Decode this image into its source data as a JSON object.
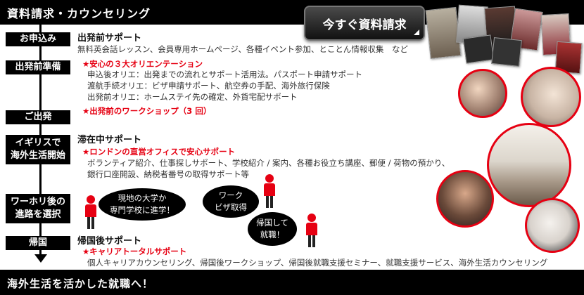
{
  "header": {
    "title": "資料請求・カウンセリング"
  },
  "cta": {
    "label": "今すぐ資料請求"
  },
  "steps": [
    {
      "label": "お申込み"
    },
    {
      "label": "出発前準備"
    },
    {
      "label": "ご出発"
    },
    {
      "label": "イギリスで 海外生活開始"
    },
    {
      "label": "ワーホリ後の 進路を選択"
    },
    {
      "label": "帰国"
    }
  ],
  "pre_departure": {
    "title": "出発前サポート",
    "text": "無料英会話レッスン、会員専用ホームページ、各種イベント参加、とことん情報収集　など",
    "orientation_heading": "★安心の３大オリエンテーション",
    "orientation_items": [
      "申込後オリエ：出発までの流れとサポート活用法。パスポート申請サポート",
      "渡航手続オリエ：ビザ申請サポート、航空券の手配、海外旅行保険",
      "出発前オリエ：ホームステイ先の確定、外貨宅配サポート"
    ],
    "workshop": "★出発前のワークショップ（3 回）"
  },
  "during_stay": {
    "title": "滞在中サポート",
    "office_heading": "★ロンドンの直営オフィスで安心サポート",
    "items": [
      "ボランティア紹介、仕事探しサポート、学校紹介 / 案内、各種お役立ち講座、郵便 / 荷物の預かり、",
      "銀行口座開設、納税者番号の取得サポート等"
    ]
  },
  "bubbles": {
    "school": "現地の大学か 専門学校に進学！",
    "visa": "ワーク ビザ取得",
    "home": "帰国して 就職！"
  },
  "after_return": {
    "title": "帰国後サポート",
    "career_heading": "★キャリアトータルサポート",
    "text": "個人キャリアカウンセリング、帰国後ワークショップ、帰国後就職支援セミナー、就職支援サービス、海外生活カウンセリング"
  },
  "footer": {
    "text": "海外生活を活かした就職へ！"
  },
  "colors": {
    "accent": "#e60012",
    "dark": "#000000"
  }
}
